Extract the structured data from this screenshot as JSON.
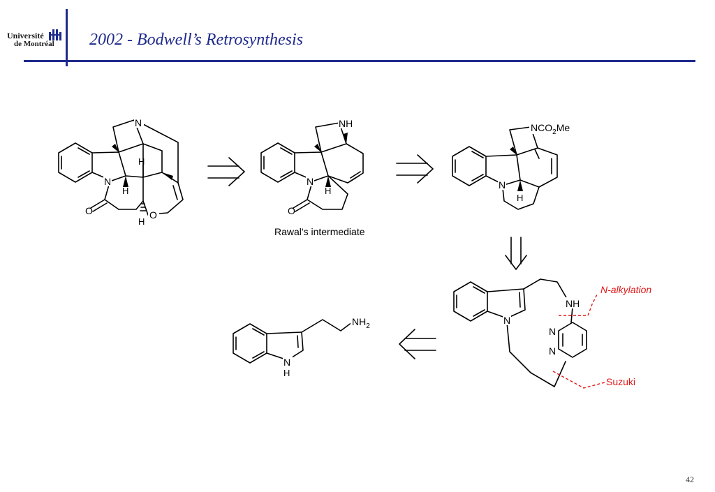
{
  "header": {
    "title": "2002 - Bodwell’s Retrosynthesis",
    "logo": {
      "line1": "Université",
      "line2": "de Montréal"
    }
  },
  "footer": {
    "page_number": "42"
  },
  "labels": {
    "rawal_intermediate": "Rawal's intermediate",
    "n_alkylation": "N-alkylation",
    "suzuki": "Suzuki"
  },
  "atoms": {
    "n": "N",
    "h": "H",
    "o": "O",
    "nh": "NH",
    "nco2me_prefix": "NCO",
    "nco2me_sub": "2",
    "nco2me_suffix": "Me",
    "nh2_prefix": "NH",
    "nh2_sub": "2"
  },
  "colors": {
    "accent": "#1f2a8c",
    "annotation": "#e01818"
  }
}
